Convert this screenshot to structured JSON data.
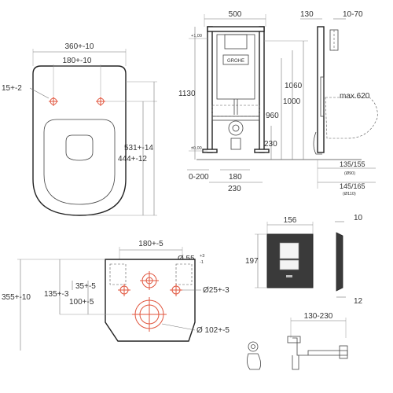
{
  "top_left_view": {
    "dim_overall_width": "360+-10",
    "dim_hole_spacing": "180+-10",
    "dim_hole_offset": "15+-2",
    "dim_total_length": "531+-14",
    "dim_hole_to_front": "444+-12"
  },
  "top_right_view": {
    "dim_frame_width": "500",
    "dim_130": "130",
    "dim_10_70": "10-70",
    "dim_1130": "1130",
    "dim_1060": "1060",
    "dim_1000": "1000",
    "dim_960": "960",
    "dim_230_v": "230",
    "dim_max620": "max.620",
    "level_plus100": "+1,00",
    "level_zero": "±0,00",
    "dim_0_200": "0-200",
    "dim_180": "180",
    "dim_230_h": "230",
    "dim_135_155": "135/155",
    "dim_90": "(Ø90)",
    "dim_145_165": "145/165",
    "dim_110": "(Ø110)",
    "logo_text": "GROHE"
  },
  "bottom_left_view": {
    "dim_180_5": "180+-5",
    "dim_dia55": "Ø 55",
    "dim_dia55_tol_upper": "+3",
    "dim_dia55_tol_lower": "-1",
    "dim_355_10": "355+-10",
    "dim_135_3": "135+-3",
    "dim_35_5": "35+-5",
    "dim_100_5": "100+-5",
    "dim_dia25": "Ø25+-3",
    "dim_dia102": "Ø 102+-5"
  },
  "bottom_right_view": {
    "dim_156": "156",
    "dim_10": "10",
    "dim_197": "197",
    "dim_12": "12",
    "dim_130_230": "130-230"
  },
  "colors": {
    "line": "#222222",
    "dimension": "#777777",
    "accent_red": "#e0553e",
    "plate": "#3a3a3a"
  }
}
